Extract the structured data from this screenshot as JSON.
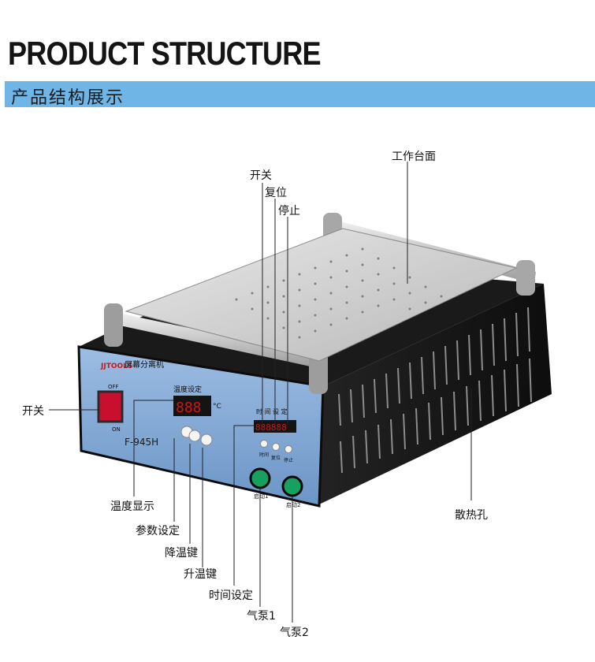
{
  "header": {
    "title": "PRODUCT STRUCTURE",
    "subtitle": "产品结构展示"
  },
  "device": {
    "brand": "JJTOOLS",
    "name": "屏幕分离机",
    "temp_panel_label": "温度设定",
    "temp_display": "888",
    "temp_unit": "°C",
    "model": "F-945H",
    "switch_off": "OFF",
    "switch_on": "ON",
    "timer_label": "时 间 设 定",
    "timer_display": "888888",
    "btn_time": "时间",
    "btn_reset": "复位",
    "btn_stop": "停止",
    "start1": "启动1",
    "start2": "启动2"
  },
  "callouts": {
    "work_surface": "工作台面",
    "switch_top": "开关",
    "reset": "复位",
    "stop": "停止",
    "switch_left": "开关",
    "temp_display": "温度显示",
    "param_set": "参数设定",
    "temp_down": "降温键",
    "temp_up": "升温键",
    "time_set": "时间设定",
    "pump1": "气泵1",
    "pump2": "气泵2",
    "vents": "散热孔"
  },
  "colors": {
    "banner": "#6fb6e6",
    "panel": "#7fa6d2",
    "body": "#151515",
    "plate": "#c9c9c9",
    "led": "#d11515",
    "button_green": "#18a060"
  }
}
